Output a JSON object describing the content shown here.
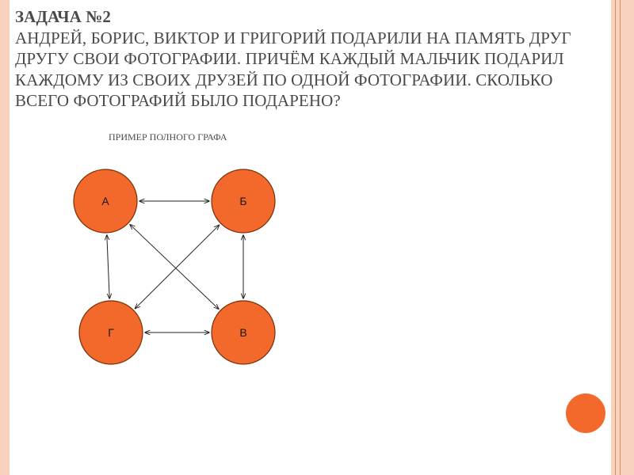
{
  "slide": {
    "heading": "ЗАДАЧА №2",
    "body": "АНДРЕЙ, БОРИС, ВИКТОР И ГРИГОРИЙ ПОДАРИЛИ НА ПАМЯТЬ ДРУГ ДРУГУ СВОИ ФОТОГРАФИИ. ПРИЧЁМ КАЖДЫЙ МАЛЬЧИК ПОДАРИЛ КАЖДОМУ ИЗ СВОИХ ДРУЗЕЙ ПО ОДНОЙ ФОТОГРАФИИ. СКОЛЬКО ВСЕГО ФОТОГРАФИЙ БЫЛО ПОДАРЕНО?"
  },
  "graph": {
    "caption": "ПРИМЕР ПОЛНОГО ГРАФА",
    "nodes": [
      {
        "id": "A",
        "label": "А"
      },
      {
        "id": "B",
        "label": "Б"
      },
      {
        "id": "G",
        "label": "Г"
      },
      {
        "id": "V",
        "label": "В"
      }
    ],
    "edges": [
      {
        "from": "A",
        "to": "B"
      },
      {
        "from": "A",
        "to": "G"
      },
      {
        "from": "A",
        "to": "V"
      },
      {
        "from": "B",
        "to": "G"
      },
      {
        "from": "B",
        "to": "V"
      },
      {
        "from": "G",
        "to": "V"
      }
    ],
    "colors": {
      "node_fill": "#f2692b",
      "node_stroke": "#7a2f0a",
      "accent_band": "#f9d2bd"
    }
  }
}
